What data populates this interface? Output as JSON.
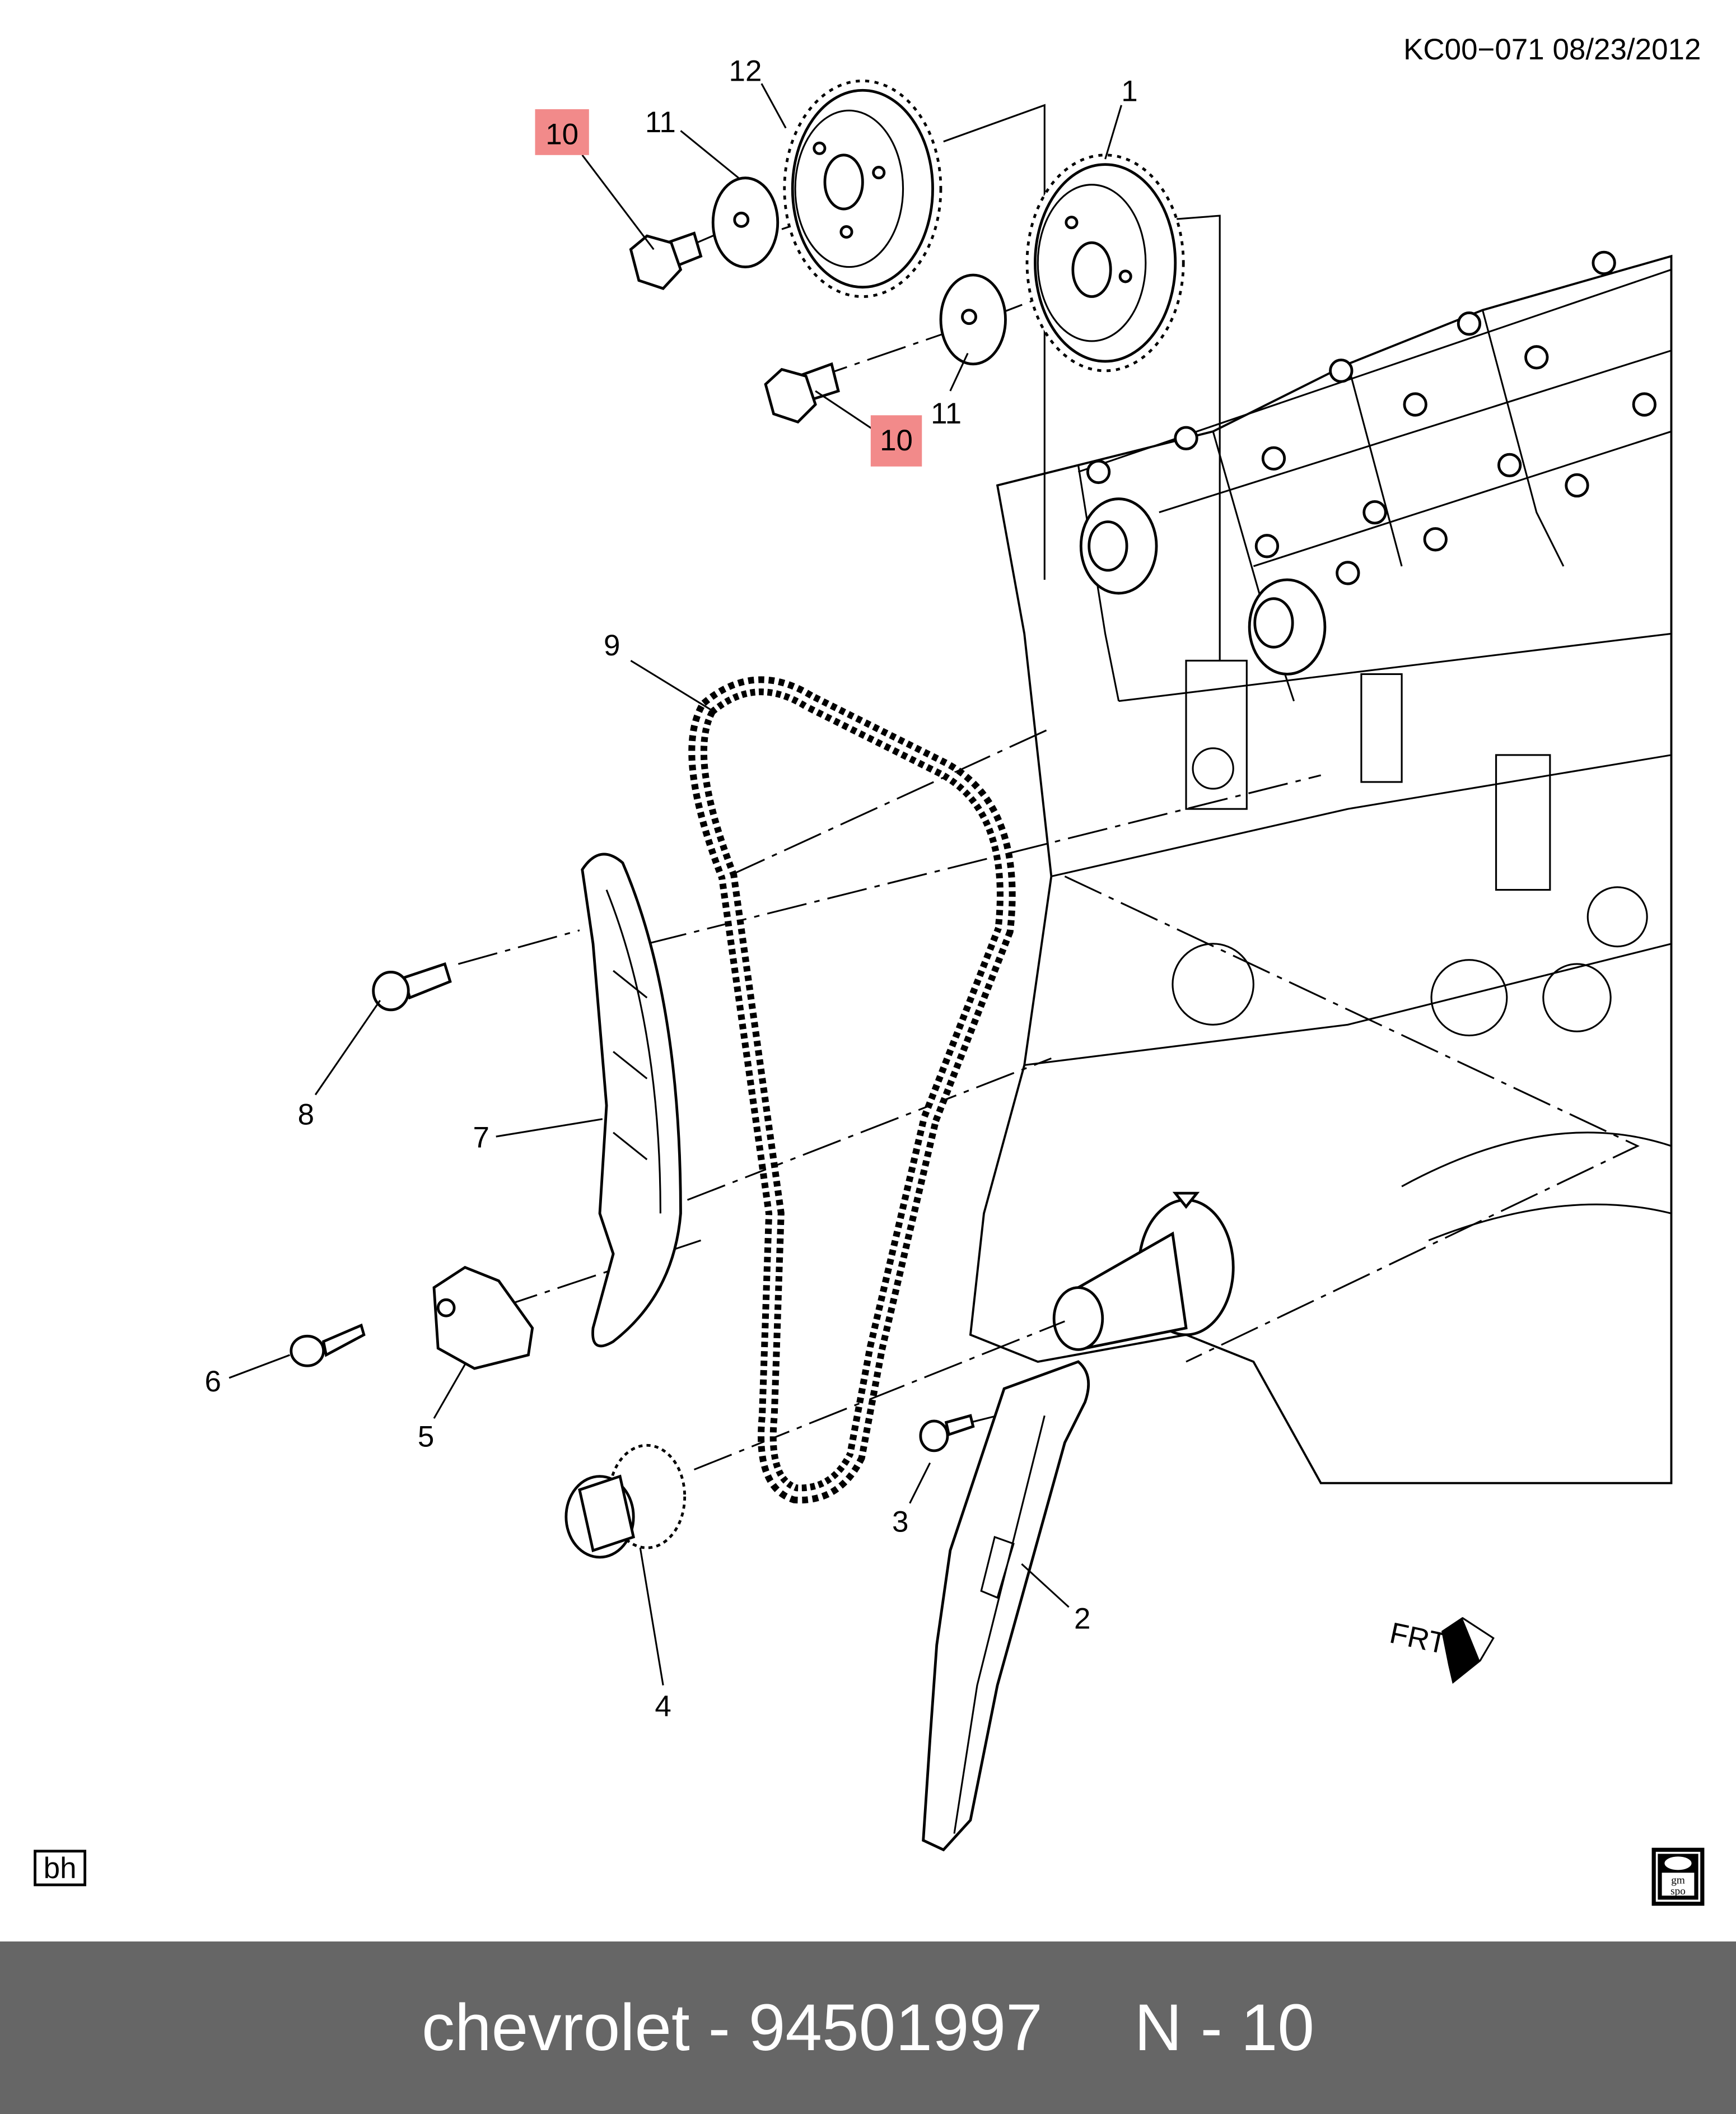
{
  "header": {
    "drawing_code": "KC00−071  08/23/2012"
  },
  "callouts": {
    "c1": "1",
    "c2": "2",
    "c3": "3",
    "c4": "4",
    "c5": "5",
    "c6": "6",
    "c7": "7",
    "c8": "8",
    "c9": "9",
    "c10a": "10",
    "c10b": "10",
    "c11a": "11",
    "c11b": "11",
    "c12": "12"
  },
  "highlight_color": "#f28a8a",
  "direction_marker": {
    "label": "FRT",
    "icon": "front-arrow-icon"
  },
  "corner_badges": {
    "left": "bh",
    "right_logo": "gm spo"
  },
  "footer": {
    "text": "chevrolet - 94501997     N - 10",
    "background": "#666666"
  }
}
